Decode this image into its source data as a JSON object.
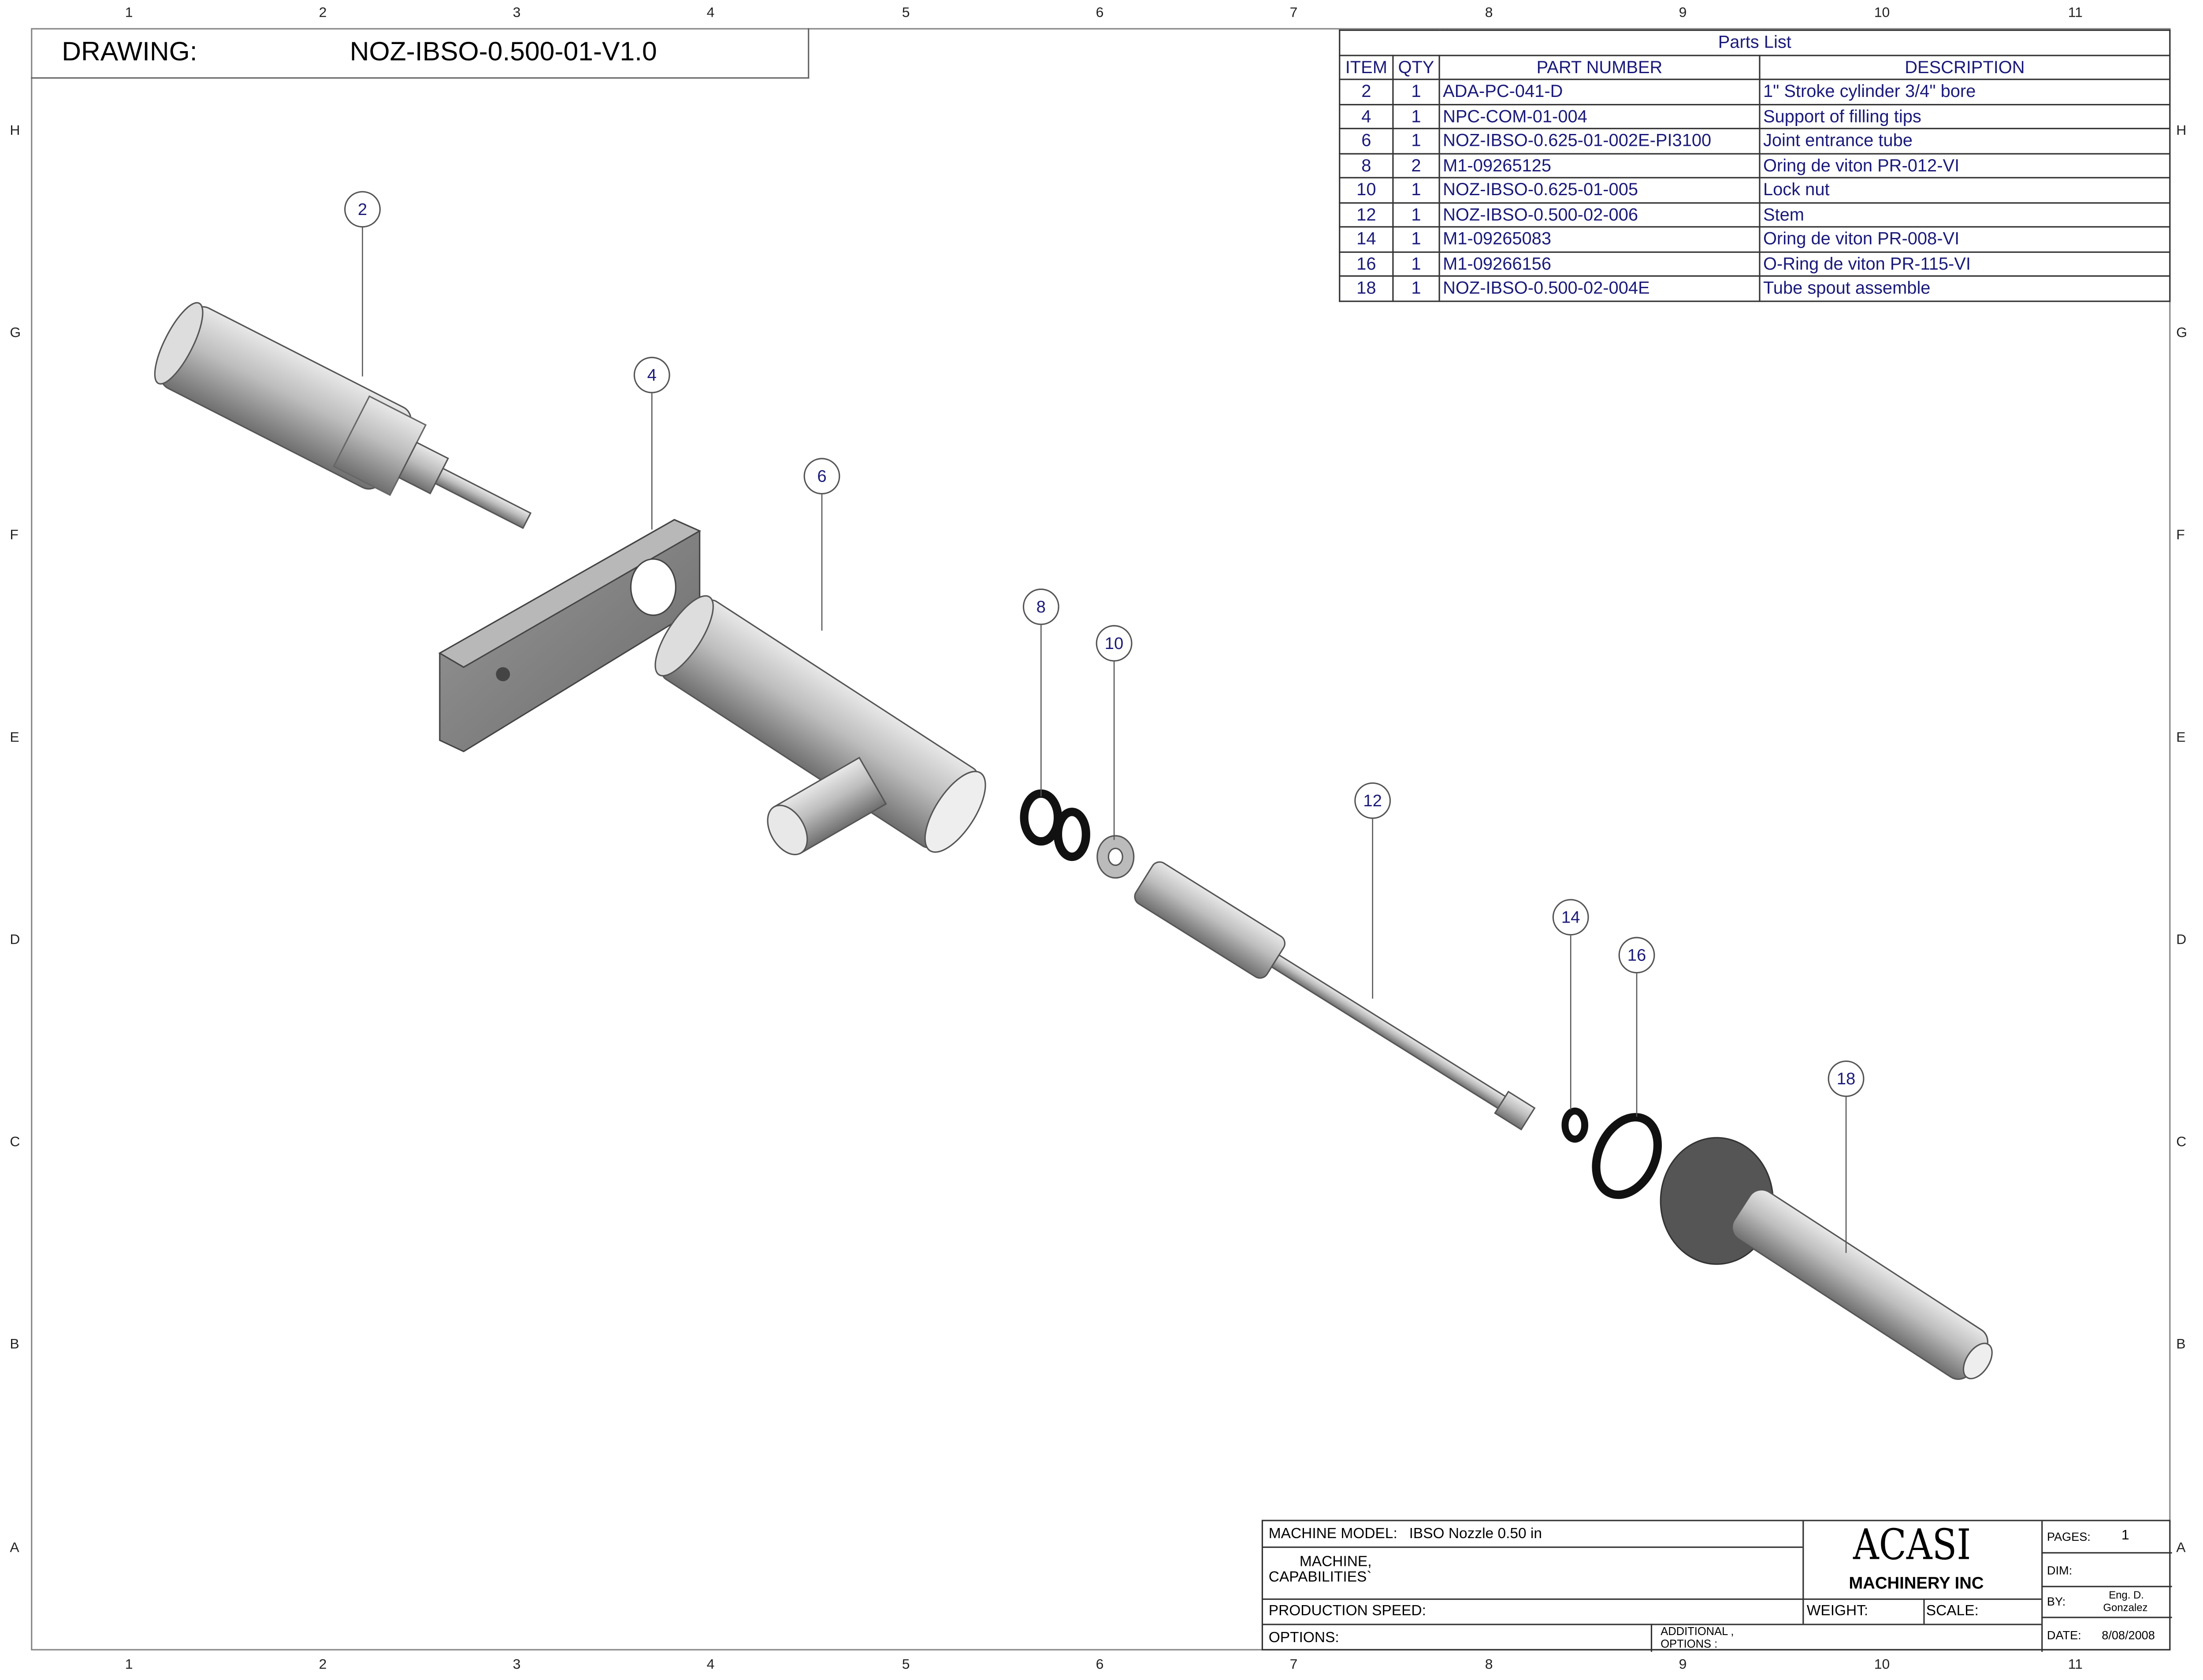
{
  "drawing": {
    "label": "DRAWING:",
    "number": "NOZ-IBSO-0.500-01-V1.0"
  },
  "zones": {
    "columns": [
      "1",
      "2",
      "3",
      "4",
      "5",
      "6",
      "7",
      "8",
      "9",
      "10",
      "11"
    ],
    "rows": [
      "H",
      "G",
      "F",
      "E",
      "D",
      "C",
      "B",
      "A"
    ]
  },
  "parts_list": {
    "title": "Parts List",
    "headers": [
      "ITEM",
      "QTY",
      "PART NUMBER",
      "DESCRIPTION"
    ],
    "rows": [
      {
        "item": "2",
        "qty": "1",
        "part": "ADA-PC-041-D",
        "desc": "1\" Stroke cylinder 3/4\" bore"
      },
      {
        "item": "4",
        "qty": "1",
        "part": "NPC-COM-01-004",
        "desc": "Support of filling tips"
      },
      {
        "item": "6",
        "qty": "1",
        "part": "NOZ-IBSO-0.625-01-002E-PI3100",
        "desc": "Joint entrance tube"
      },
      {
        "item": "8",
        "qty": "2",
        "part": "M1-09265125",
        "desc": "Oring de viton PR-012-VI"
      },
      {
        "item": "10",
        "qty": "1",
        "part": "NOZ-IBSO-0.625-01-005",
        "desc": "Lock nut"
      },
      {
        "item": "12",
        "qty": "1",
        "part": "NOZ-IBSO-0.500-02-006",
        "desc": "Stem"
      },
      {
        "item": "14",
        "qty": "1",
        "part": "M1-09265083",
        "desc": "Oring de viton PR-008-VI"
      },
      {
        "item": "16",
        "qty": "1",
        "part": "M1-09266156",
        "desc": "O-Ring de viton PR-115-VI"
      },
      {
        "item": "18",
        "qty": "1",
        "part": "NOZ-IBSO-0.500-02-004E",
        "desc": "Tube spout assemble"
      }
    ]
  },
  "balloons": [
    "2",
    "4",
    "6",
    "8",
    "10",
    "12",
    "14",
    "16",
    "18"
  ],
  "title_block": {
    "machine_model_label": "MACHINE MODEL:",
    "machine_model": "IBSO Nozzle 0.50 in",
    "machine_label": "MACHINE,",
    "capabilities_label": "CAPABILITIES`",
    "production_speed_label": "PRODUCTION SPEED:",
    "options_label": "OPTIONS:",
    "additional_label": "ADDITIONAL ,",
    "additional_options_label": "OPTIONS      :",
    "company": "ACASI",
    "company_sub": "MACHINERY INC",
    "weight_label": "WEIGHT:",
    "scale_label": "SCALE:",
    "pages_label": "PAGES:",
    "pages": "1",
    "dim_label": "DIM:",
    "by_label": "BY:",
    "by_line1": "Eng. D.",
    "by_line2": "Gonzalez",
    "date_label": "DATE:",
    "date": "8/08/2008"
  }
}
